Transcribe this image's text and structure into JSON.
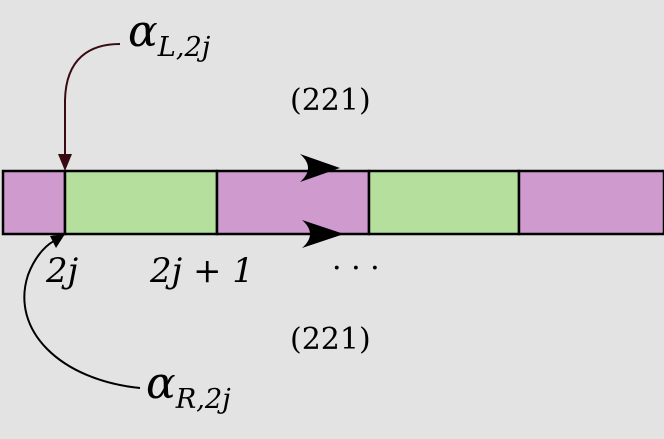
{
  "colors": {
    "background": "#e3e3e3",
    "pink": "#cf9bcf",
    "green": "#b5df9d",
    "stroke": "#000000",
    "pointer_top": "#3a0a12"
  },
  "cells": [
    {
      "fill": "pink"
    },
    {
      "fill": "green"
    },
    {
      "fill": "pink"
    },
    {
      "fill": "green"
    },
    {
      "fill": "pink"
    }
  ],
  "labels": {
    "alpha_l_symbol": "α",
    "alpha_l_sub": "L,2j",
    "alpha_r_symbol": "α",
    "alpha_r_sub": "R,2j",
    "top_code": "(221)",
    "bottom_code": "(221)",
    "cell_2j": "2j",
    "cell_2j_plus_1": "2j + 1",
    "ellipsis": "· · ·"
  }
}
